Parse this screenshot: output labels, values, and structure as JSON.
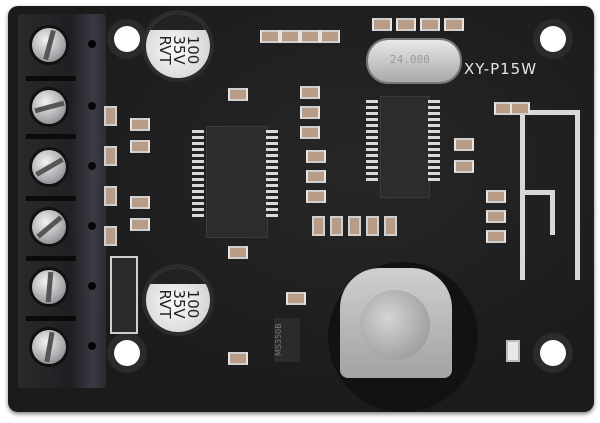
{
  "scene": {
    "subject": "Audio amplifier PCB module (Bluetooth)",
    "board_label": "XY-P15W",
    "board_color": "#1b1b1c",
    "background_color": "#ffffff"
  },
  "capacitors": [
    {
      "value": "100",
      "voltage": "35V",
      "series": "RVT"
    },
    {
      "value": "100",
      "voltage": "35V",
      "series": "RVT"
    }
  ],
  "mosfet_marking": "MS350B",
  "terminal_block": {
    "screw_count": 6
  },
  "crystal_marking": "24.000"
}
